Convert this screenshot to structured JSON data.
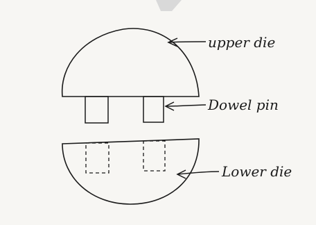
{
  "colors": {
    "ink": "#1a1a1a",
    "paper": "#f7f6f3",
    "smudge": "#d9d9d9"
  },
  "labels": {
    "upper_die": "upper die",
    "dowel_pin": "Dowel pin",
    "lower_die": "Lower die"
  }
}
